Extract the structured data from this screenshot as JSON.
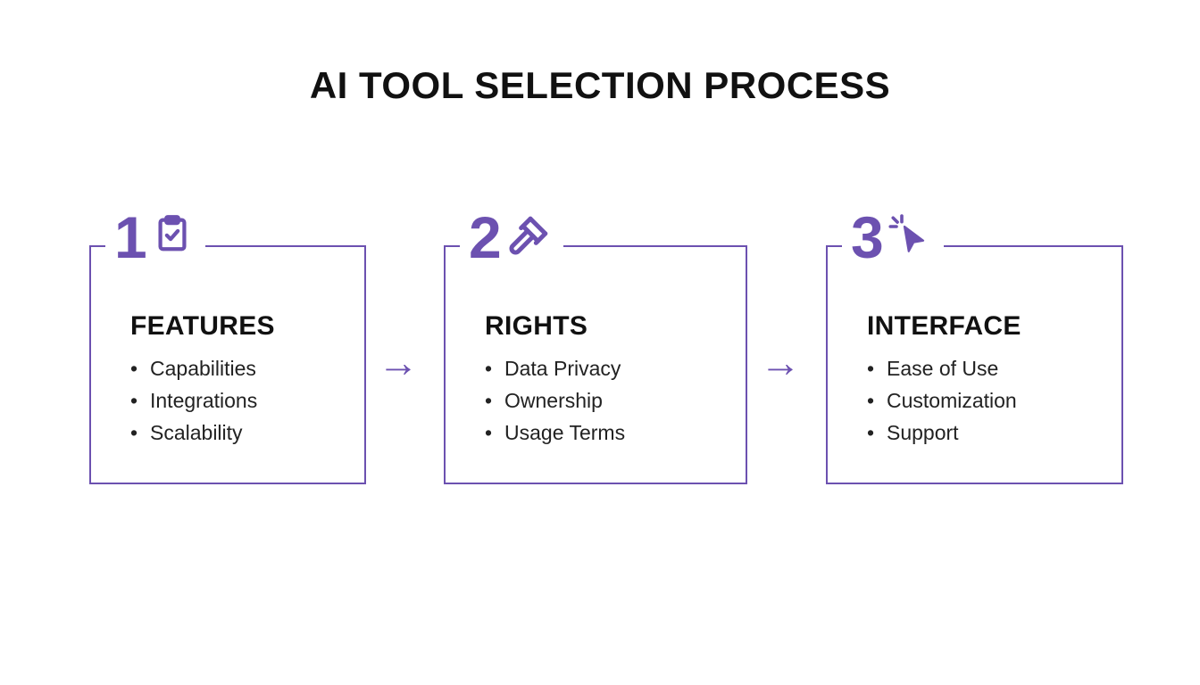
{
  "title": "AI TOOL SELECTION PROCESS",
  "arrow_glyph": "→",
  "colors": {
    "accent": "#6C51B0",
    "text": "#111111"
  },
  "steps": [
    {
      "number": "1",
      "icon": "clipboard-check-icon",
      "title": "FEATURES",
      "items": [
        "Capabilities",
        "Integrations",
        "Scalability"
      ]
    },
    {
      "number": "2",
      "icon": "gavel-icon",
      "title": "RIGHTS",
      "items": [
        "Data Privacy",
        "Ownership",
        "Usage Terms"
      ]
    },
    {
      "number": "3",
      "icon": "cursor-click-icon",
      "title": "INTERFACE",
      "items": [
        "Ease of Use",
        "Customization",
        "Support"
      ]
    }
  ]
}
